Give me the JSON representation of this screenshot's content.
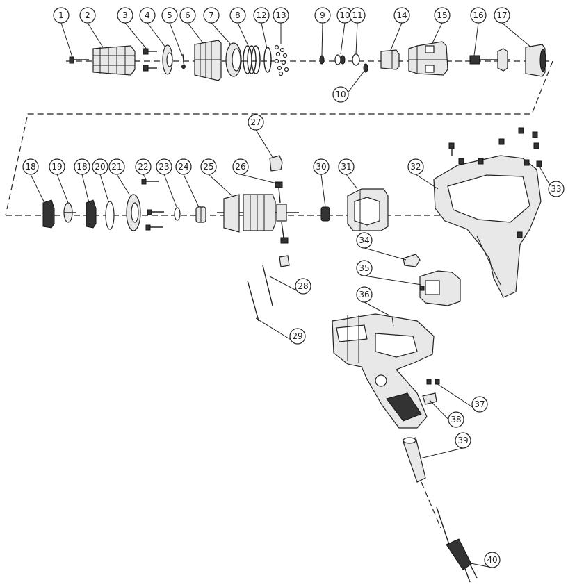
{
  "diagram": {
    "labels": [
      "1",
      "2",
      "3",
      "4",
      "5",
      "6",
      "7",
      "8",
      "12",
      "13",
      "9",
      "10",
      "11",
      "14",
      "15",
      "16",
      "17",
      "10",
      "18",
      "19",
      "18",
      "20",
      "21",
      "22",
      "23",
      "24",
      "25",
      "26",
      "27",
      "30",
      "31",
      "32",
      "33",
      "34",
      "35",
      "28",
      "29",
      "36",
      "37",
      "38",
      "39",
      "40"
    ]
  }
}
